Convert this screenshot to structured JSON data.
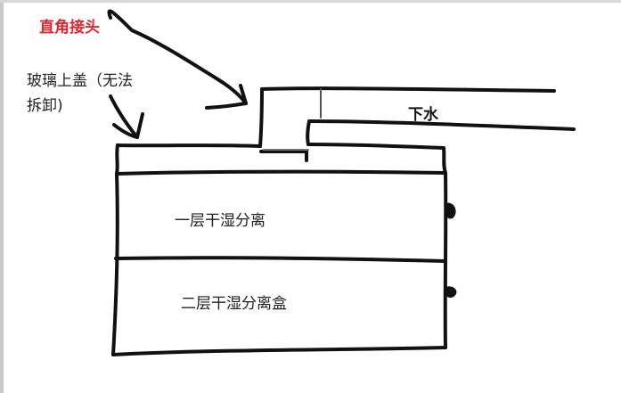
{
  "labels": {
    "elbow_joint": "直角接头",
    "glass_lid_line1": "玻璃上盖（无法",
    "glass_lid_line2": "拆卸)",
    "drain": "下水",
    "tier_one": "一层干湿分离",
    "tier_two": "二层干湿分离盒"
  },
  "colors": {
    "stroke": "#111111",
    "highlight_label": "#e0262e",
    "text": "#222222"
  }
}
